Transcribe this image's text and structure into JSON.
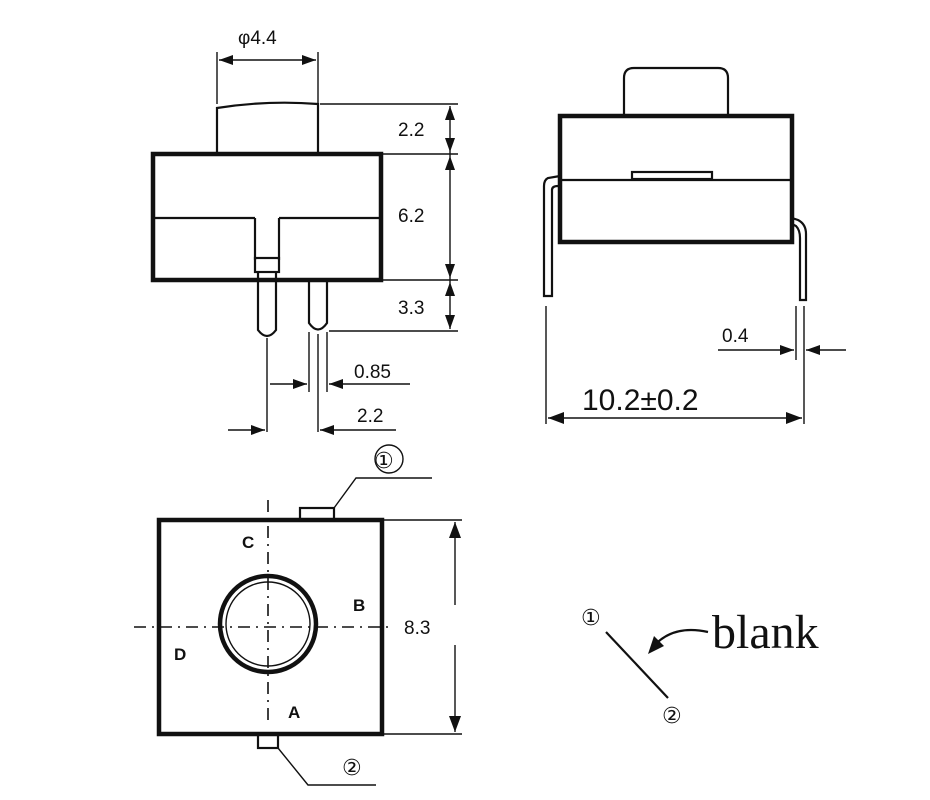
{
  "front_view": {
    "dim_diameter": "φ4.4",
    "dim_cap_height": "2.2",
    "dim_body_height": "6.2",
    "dim_pin_length": "3.3",
    "dim_pin_width": "0.85",
    "dim_pin_pitch": "2.2"
  },
  "side_view": {
    "dim_pin_thickness": "0.4",
    "dim_overall_width": "10.2±0.2"
  },
  "top_view": {
    "label_a": "A",
    "label_b": "B",
    "label_c": "C",
    "label_d": "D",
    "dim_body_size": "8.3",
    "terminal_1": "①",
    "terminal_2": "②"
  },
  "schematic": {
    "terminal_1": "①",
    "terminal_2": "②",
    "note": "blank"
  }
}
